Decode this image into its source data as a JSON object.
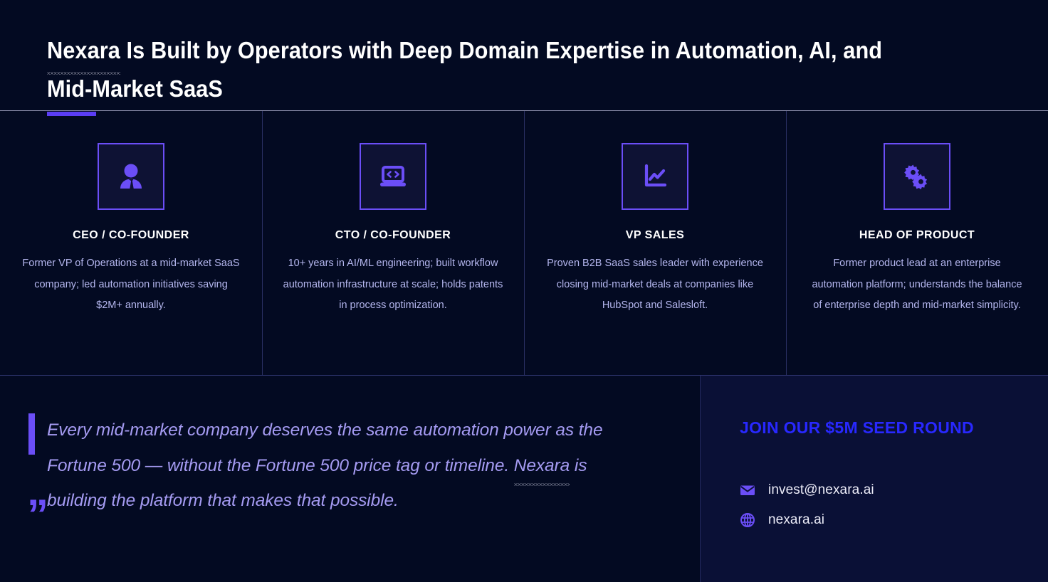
{
  "theme": {
    "bg": "#030a22",
    "panel_bg": "#0a1036",
    "accent_purple": "#5b3df5",
    "icon_purple": "#6b4ef7",
    "body_text": "#b4b6ee",
    "quote_text": "#a59bf2",
    "cta_blue": "#2828ff",
    "heading_white": "#ffffff",
    "divider": "#2a2f63"
  },
  "header": {
    "title_line1_a": "Nexara",
    "title_line1_b": " Is Built by Operators with Deep Domain Expertise in Automation, AI, and",
    "title_line2": "Mid-Market SaaS"
  },
  "cards": [
    {
      "icon": "business-person-icon",
      "role": "CEO / CO-FOUNDER",
      "bio": "Former VP of Operations at a mid-market SaaS company; led automation initiatives saving $2M+ annually."
    },
    {
      "icon": "laptop-code-icon",
      "role": "CTO / CO-FOUNDER",
      "bio": "10+ years in AI/ML engineering; built workflow automation infrastructure at scale; holds patents in process optimization."
    },
    {
      "icon": "line-chart-icon",
      "role": "VP SALES",
      "bio": "Proven B2B SaaS sales leader with experience closing mid-market deals at companies like HubSpot and Salesloft."
    },
    {
      "icon": "gears-icon",
      "role": "HEAD OF PRODUCT",
      "bio": "Former product lead at an enterprise automation platform; understands the balance of enterprise depth and mid-market simplicity."
    }
  ],
  "quote": {
    "mark": "”",
    "part1": "Every mid-market company deserves the same automation power as the Fortune 500 — without the Fortune 500 price tag or timeline. ",
    "brand": "Nexara",
    "part2": " is building the platform that makes that possible."
  },
  "cta": {
    "title": "JOIN OUR $5M SEED ROUND",
    "contacts": [
      {
        "icon": "email-icon",
        "value": "invest@nexara.ai"
      },
      {
        "icon": "globe-icon",
        "value": "nexara.ai"
      }
    ]
  }
}
